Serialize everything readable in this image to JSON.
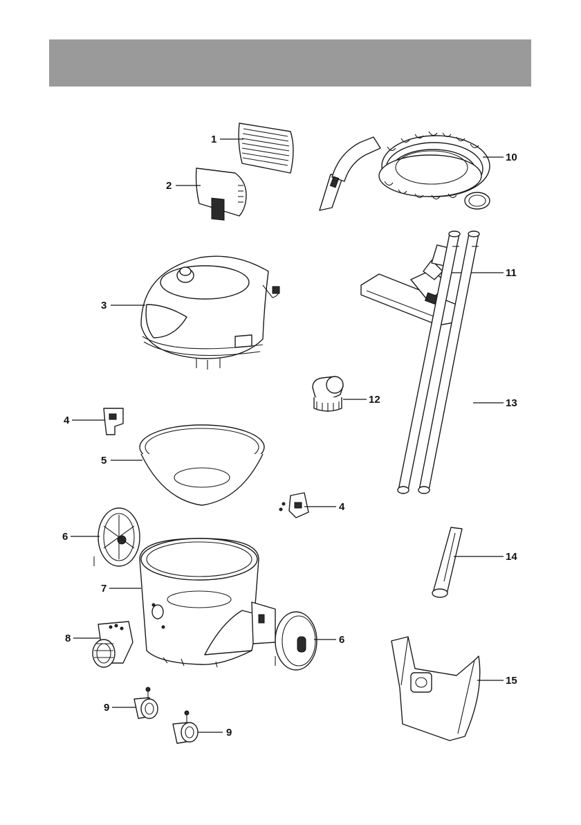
{
  "header": {
    "color": "#9a9a9a"
  },
  "parts": [
    {
      "id": "part-1",
      "label": "1"
    },
    {
      "id": "part-2",
      "label": "2"
    },
    {
      "id": "part-3",
      "label": "3"
    },
    {
      "id": "part-4a",
      "label": "4"
    },
    {
      "id": "part-5",
      "label": "5"
    },
    {
      "id": "part-6a",
      "label": "6"
    },
    {
      "id": "part-7",
      "label": "7"
    },
    {
      "id": "part-8",
      "label": "8"
    },
    {
      "id": "part-9a",
      "label": "9"
    },
    {
      "id": "part-9b",
      "label": "9"
    },
    {
      "id": "part-10",
      "label": "10"
    },
    {
      "id": "part-11",
      "label": "11"
    },
    {
      "id": "part-12",
      "label": "12"
    },
    {
      "id": "part-13",
      "label": "13"
    },
    {
      "id": "part-4b",
      "label": "4"
    },
    {
      "id": "part-14",
      "label": "14"
    },
    {
      "id": "part-6b",
      "label": "6"
    },
    {
      "id": "part-15",
      "label": "15"
    }
  ],
  "footer": {
    "text": ""
  }
}
